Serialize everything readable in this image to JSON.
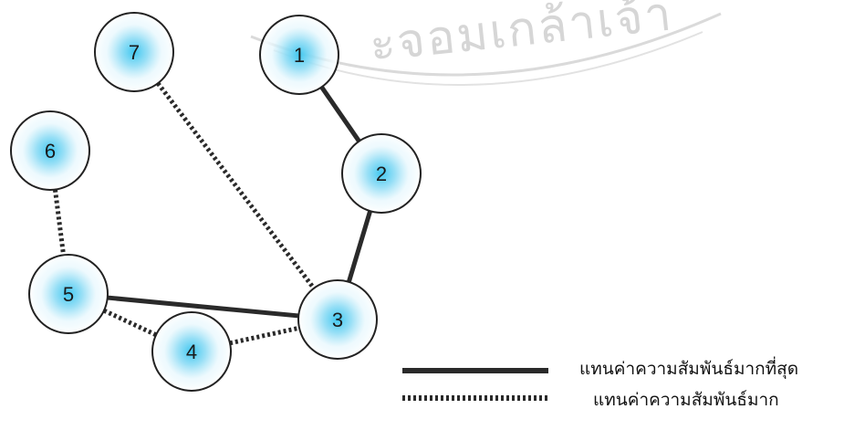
{
  "watermark": {
    "text": "ะจอมเกล้าเจ้า"
  },
  "nodes": [
    {
      "id": "1",
      "label": "1"
    },
    {
      "id": "2",
      "label": "2"
    },
    {
      "id": "3",
      "label": "3"
    },
    {
      "id": "4",
      "label": "4"
    },
    {
      "id": "5",
      "label": "5"
    },
    {
      "id": "6",
      "label": "6"
    },
    {
      "id": "7",
      "label": "7"
    }
  ],
  "edges": [
    {
      "from": "1",
      "to": "2",
      "style": "solid"
    },
    {
      "from": "2",
      "to": "3",
      "style": "solid"
    },
    {
      "from": "5",
      "to": "3",
      "style": "solid"
    },
    {
      "from": "7",
      "to": "3",
      "style": "dotted"
    },
    {
      "from": "6",
      "to": "5",
      "style": "dotted"
    },
    {
      "from": "5",
      "to": "4",
      "style": "dotted"
    },
    {
      "from": "4",
      "to": "3",
      "style": "dotted"
    }
  ],
  "legend": {
    "solid_label": "แทนค่าความสัมพันธ์มากที่สุด",
    "dotted_label": "แทนค่าความสัมพันธ์มาก"
  },
  "colors": {
    "node_glow": "#3fc7f0",
    "node_stroke": "#222222",
    "edge": "#2a2a2a",
    "watermark": "#d0d0d0"
  }
}
